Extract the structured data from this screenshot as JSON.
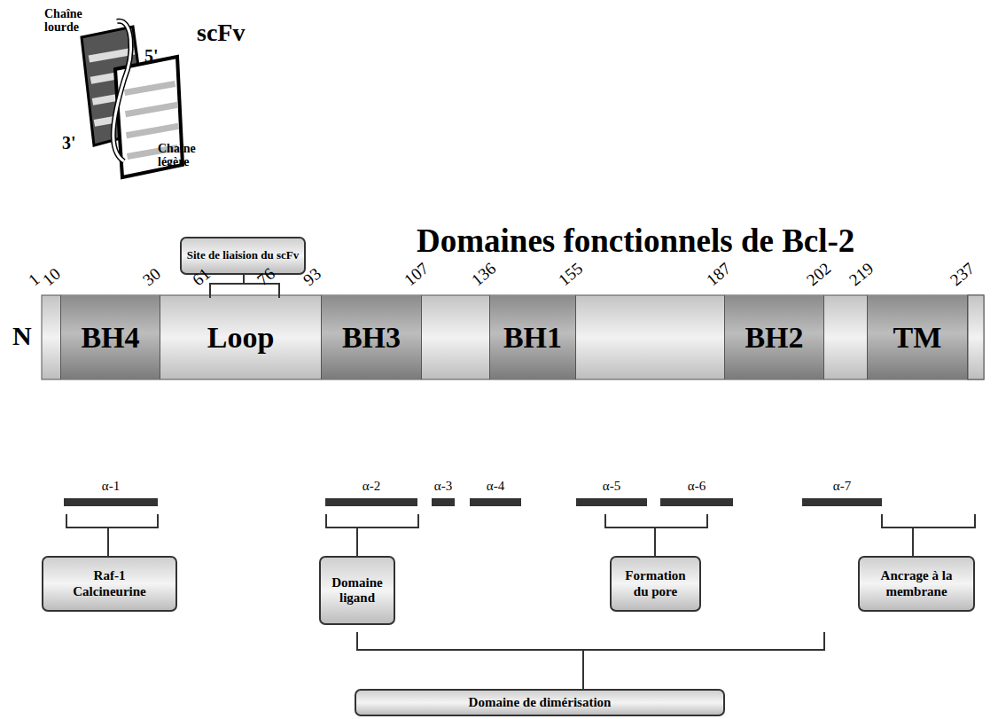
{
  "diagram": {
    "title": "Domaines fonctionnels de Bcl-2",
    "nodes": [
      {
        "text": [
          "Site de liaision du scFv"
        ]
      },
      {
        "text": [
          "BH4"
        ]
      },
      {
        "text": [
          "Loop"
        ]
      },
      {
        "text": [
          "BH3"
        ]
      },
      {
        "text": [
          "BH1"
        ]
      },
      {
        "text": [
          "BH2"
        ]
      },
      {
        "text": [
          "TM"
        ]
      },
      {
        "text": [
          "Raf-1 Calcineurine"
        ]
      },
      {
        "text": [
          "Domaine ligand"
        ]
      },
      {
        "text": [
          "Formation du pore"
        ]
      },
      {
        "text": [
          "Ancrage à la membrane"
        ]
      },
      {
        "text": [
          "Domaine de dimérisation"
        ]
      }
    ],
    "labels": [
      "scFv",
      "Chaîne lourde",
      "5'",
      "3'",
      "Chaîne légère",
      "N",
      "1",
      "10",
      "30",
      "61",
      "76",
      "93",
      "107",
      "136",
      "155",
      "187",
      "202",
      "219",
      "237",
      "α-1",
      "α-2",
      "α-3",
      "α-4",
      "α-5",
      "α-6",
      "α-7"
    ]
  }
}
